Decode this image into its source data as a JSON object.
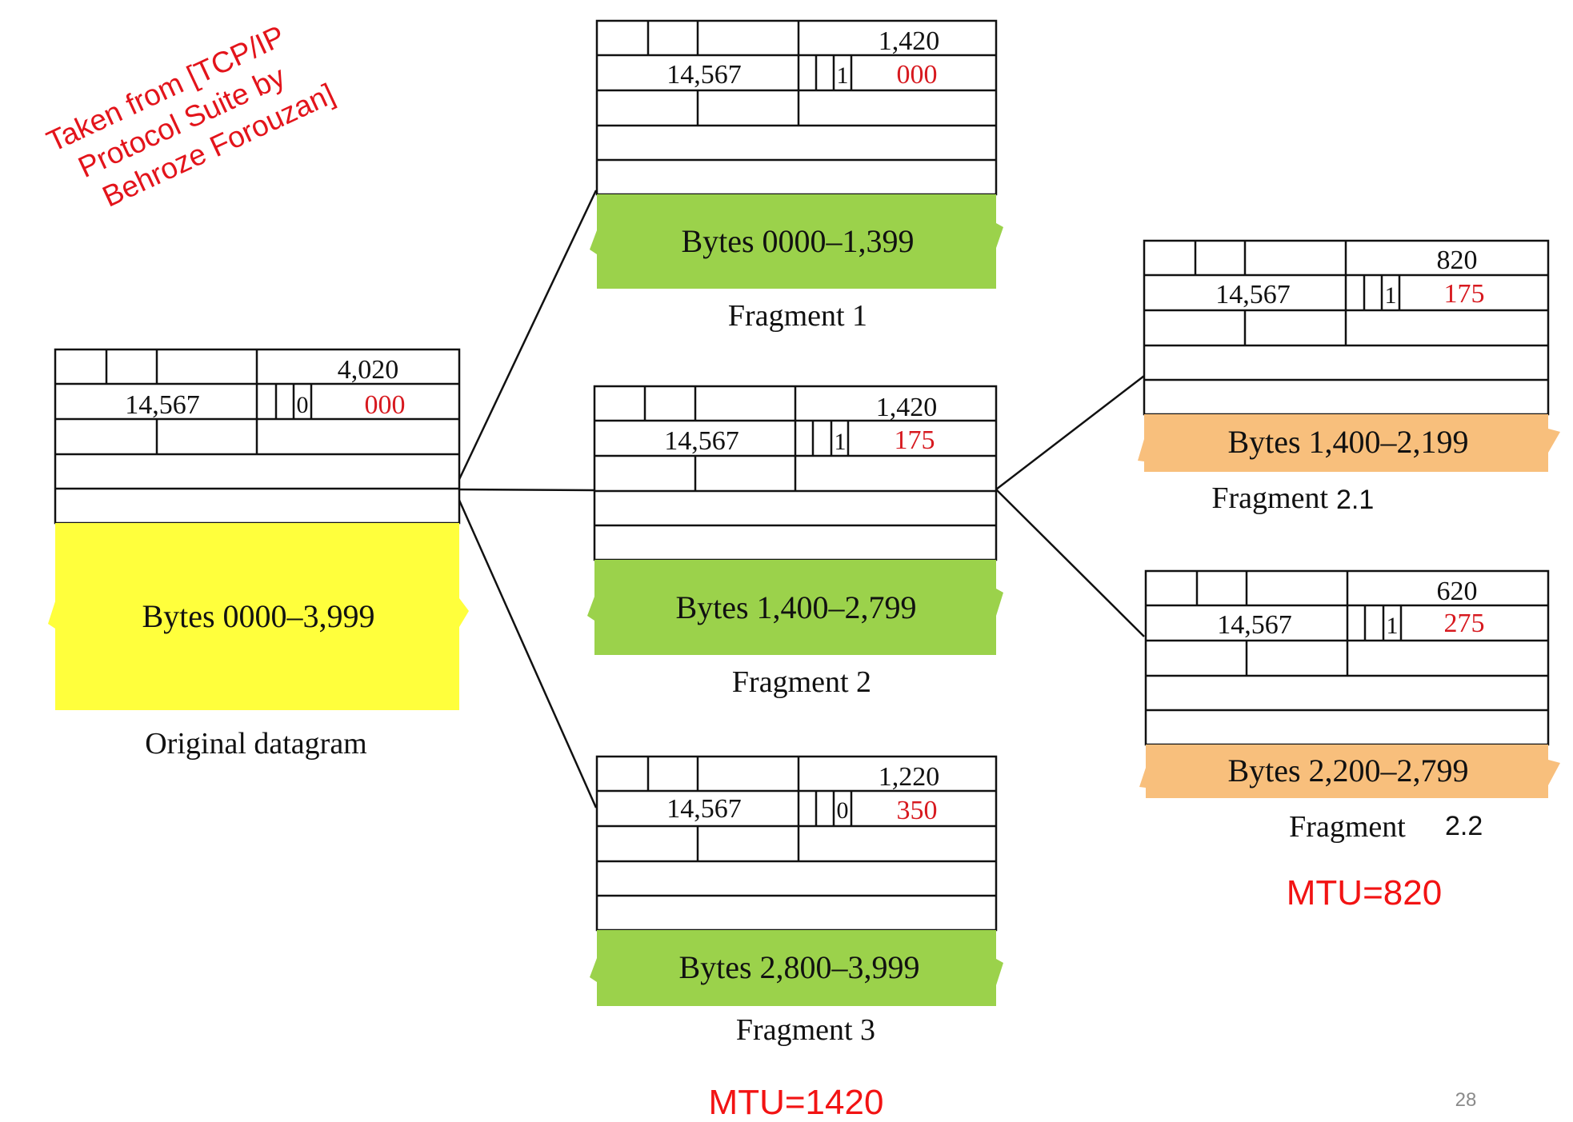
{
  "watermark": {
    "line1": "Taken from [TCP/IP",
    "line2": "Protocol Suite by",
    "line3": "Behroze Forouzan]",
    "color": "#e3141b"
  },
  "colors": {
    "original_payload": "#ffff3c",
    "level1_payload": "#9bd24b",
    "level2_payload": "#f8bf7c",
    "highlight_text": "#d7191f",
    "mtu_text": "#f21313",
    "line": "#111111"
  },
  "original": {
    "total_length": "4,020",
    "identification": "14,567",
    "mf_flag": "0",
    "offset": "000",
    "payload": "Bytes 0000–3,999",
    "caption": "Original datagram"
  },
  "fragments": [
    {
      "total_length": "1,420",
      "identification": "14,567",
      "mf_flag": "1",
      "offset": "000",
      "payload": "Bytes 0000–1,399",
      "caption": "Fragment 1"
    },
    {
      "total_length": "1,420",
      "identification": "14,567",
      "mf_flag": "1",
      "offset": "175",
      "payload": "Bytes 1,400–2,799",
      "caption": "Fragment 2"
    },
    {
      "total_length": "1,220",
      "identification": "14,567",
      "mf_flag": "0",
      "offset": "350",
      "payload": "Bytes 2,800–3,999",
      "caption": "Fragment 3"
    }
  ],
  "subfragments": [
    {
      "total_length": "820",
      "identification": "14,567",
      "mf_flag": "1",
      "offset": "175",
      "payload": "Bytes 1,400–2,199",
      "caption": "Fragment",
      "caption_number": "2.1"
    },
    {
      "total_length": "620",
      "identification": "14,567",
      "mf_flag": "1",
      "offset": "275",
      "payload": "Bytes 2,200–2,799",
      "caption": "Fragment",
      "caption_number": "2.2"
    }
  ],
  "mtu_labels": {
    "level1": "MTU=1420",
    "level2": "MTU=820"
  },
  "page_number": "28"
}
